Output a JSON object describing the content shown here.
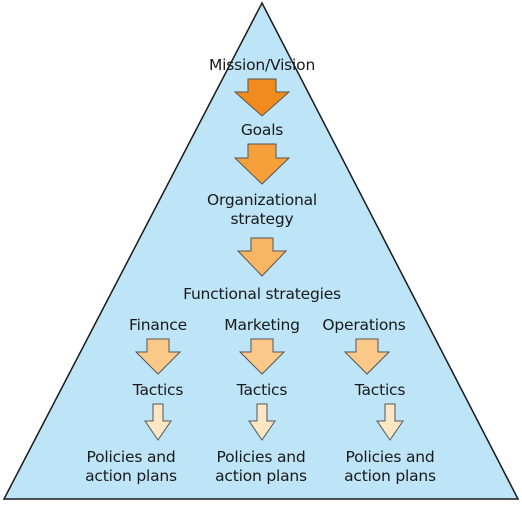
{
  "diagram": {
    "apex": "Mission/Vision",
    "level2": "Goals",
    "level3": {
      "line1": "Organizational",
      "line2": "strategy"
    },
    "level4": "Functional strategies",
    "functions": [
      {
        "name": "Finance",
        "tactics": "Tactics",
        "plans_line1": "Policies and",
        "plans_line2": "action plans"
      },
      {
        "name": "Marketing",
        "tactics": "Tactics",
        "plans_line1": "Policies and",
        "plans_line2": "action plans"
      },
      {
        "name": "Operations",
        "tactics": "Tactics",
        "plans_line1": "Policies and",
        "plans_line2": "action plans"
      }
    ]
  },
  "colors": {
    "pyramid_fill": "#bde4f7",
    "pyramid_stroke": "#1a1a1a",
    "arrow_1": "#f28b1e",
    "arrow_2": "#f5a03a",
    "arrow_3": "#f8b562",
    "arrow_function": "#fac98a",
    "arrow_tactic": "#fde6c4",
    "arrow_stroke": "#555555"
  }
}
